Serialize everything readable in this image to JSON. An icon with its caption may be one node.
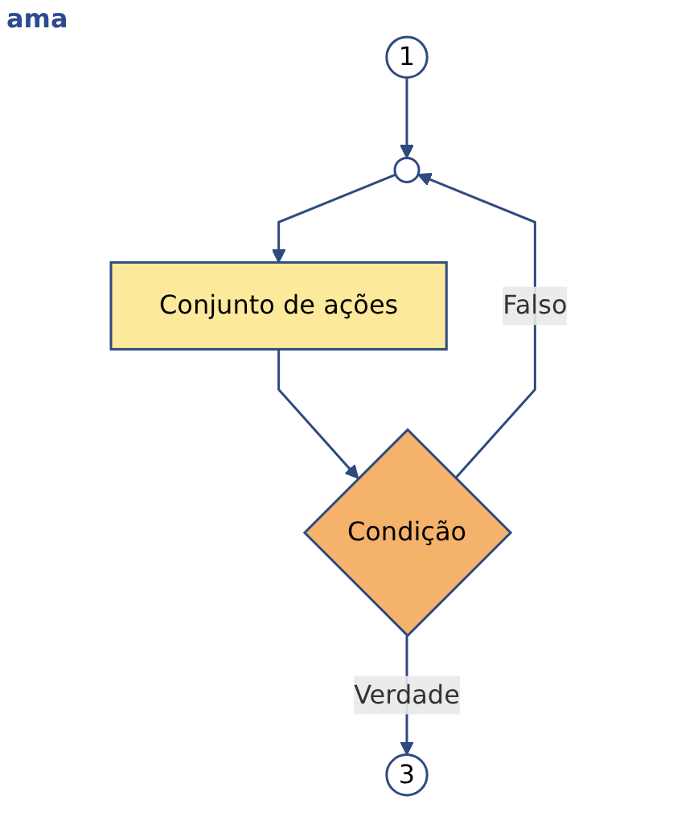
{
  "diagram": {
    "title": "ama",
    "nodes": [
      {
        "text": [
          "1"
        ]
      },
      {
        "text": [],
        "shape": "circle"
      },
      {
        "text": [
          "Conjunto de ações"
        ]
      },
      {
        "text": [
          "Condição"
        ]
      },
      {
        "text": [
          "3"
        ]
      }
    ],
    "edges": [
      {
        "from": 0,
        "to": 1,
        "arrow": "to"
      },
      {
        "from": 1,
        "to": 2,
        "arrow": "to"
      },
      {
        "from": 2,
        "to": 3,
        "arrow": "to"
      },
      {
        "from": 3,
        "to": 1,
        "arrow": "to",
        "label": "Falso"
      },
      {
        "from": 3,
        "to": 4,
        "arrow": "to",
        "label": "Verdade"
      }
    ]
  }
}
